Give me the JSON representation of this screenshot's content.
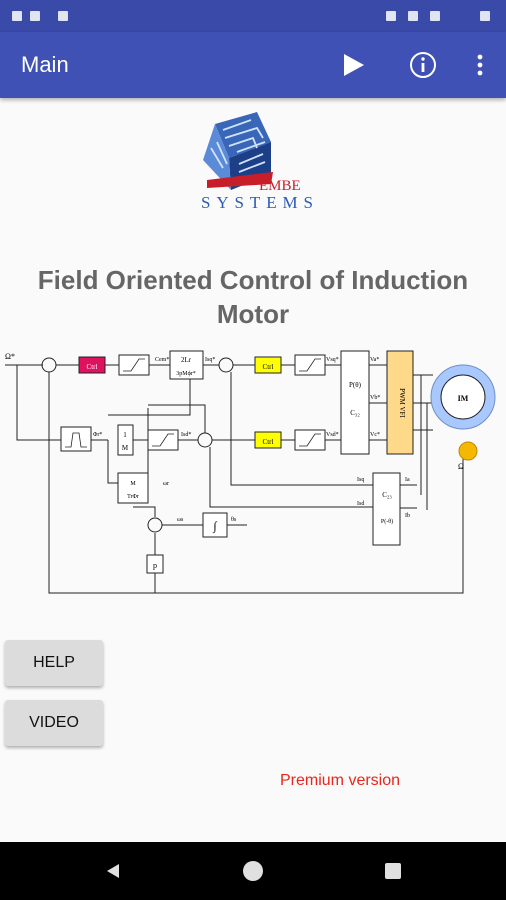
{
  "app": {
    "title": "Main"
  },
  "toolbar": {
    "play": "play-icon",
    "info": "info-icon",
    "more": "more-vert-icon"
  },
  "logo": {
    "line1": "EMBE",
    "line2": "SYSTEMS"
  },
  "heading": {
    "line1": "Field Oriented Control of Induction",
    "line2": "Motor"
  },
  "diagram": {
    "ctrl": "Ctrl",
    "pwm": "PWM VFI",
    "motor": "IM",
    "omega": "Ω",
    "omega_ref": "Ω*",
    "ws": "ωs",
    "theta": "θs",
    "p": "p",
    "psi": "P(θ)",
    "c23": "C₃₂",
    "c32": "C₂₃",
    "inv_theta": "P(-θ)",
    "va": "Va*",
    "vb": "Vb*",
    "vc": "Vc*",
    "ia": "Ia",
    "ib": "Ib",
    "isd": "Isd",
    "isq": "Isq",
    "wr": "ωr",
    "frac_lr": "2Lr",
    "frac_p": "3pMϕr*",
    "frac_1": "1",
    "frac_m": "M",
    "frac_mt": "M",
    "frac_tr": "TrΦr",
    "cem": "Cem*",
    "isq_ref": "Isq*",
    "isd_ref": "Isd*",
    "phi": "Φr*",
    "vsq": "Vsq*",
    "vsd": "Vsd*"
  },
  "buttons": {
    "help": "HELP",
    "video": "VIDEO"
  },
  "premium": "Premium version",
  "colors": {
    "appbar": "#3f51b5",
    "statusbar": "#3a4aa8",
    "ctrl_pink": "#e0115f",
    "ctrl_yellow": "#ffff00",
    "pwm": "#ffd98a",
    "motor_ring": "#a8c8ff",
    "sensor": "#f5b800",
    "premium": "#e8261c"
  },
  "nav": {
    "back": "back-icon",
    "home": "home-icon",
    "recent": "recent-apps-icon"
  }
}
